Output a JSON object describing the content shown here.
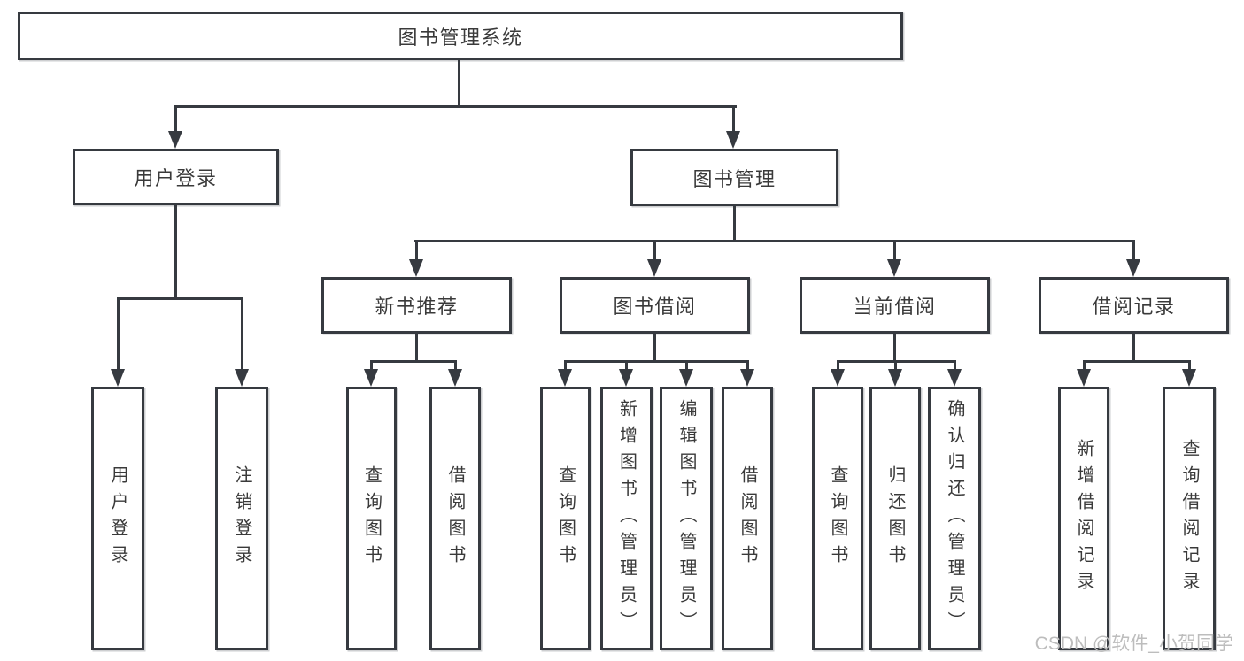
{
  "root": {
    "label": "图书管理系统"
  },
  "level2": {
    "user_login": {
      "label": "用户登录"
    },
    "book_management": {
      "label": "图书管理"
    }
  },
  "level3": {
    "new_book_recommend": {
      "label": "新书推荐"
    },
    "book_borrowing": {
      "label": "图书借阅"
    },
    "current_borrowing": {
      "label": "当前借阅"
    },
    "borrow_records": {
      "label": "借阅记录"
    }
  },
  "leaves": {
    "user_login": {
      "label": "用户登录"
    },
    "logout": {
      "label": "注销登录"
    },
    "recommend_query_books": {
      "label": "查询图书"
    },
    "recommend_borrow_books": {
      "label": "借阅图书"
    },
    "borrowing_query_books": {
      "label": "查询图书"
    },
    "borrowing_add_books_admin": {
      "label": "新增图书（管理员）"
    },
    "borrowing_edit_books_admin": {
      "label": "编辑图书（管理员）"
    },
    "borrowing_borrow_books": {
      "label": "借阅图书"
    },
    "current_query_books": {
      "label": "查询图书"
    },
    "current_return_books": {
      "label": "归还图书"
    },
    "current_confirm_return_admin": {
      "label": "确认归还（管理员）"
    },
    "records_add_borrow_record": {
      "label": "新增借阅记录"
    },
    "records_query_borrow_record": {
      "label": "查询借阅记录"
    }
  },
  "watermark": {
    "text": "CSDN @软件_小贺同学"
  },
  "colors": {
    "line": "#363a40",
    "box_border": "#363a40",
    "text": "#3a3a3a",
    "watermark": "#bdbdbd",
    "background": "#ffffff"
  }
}
